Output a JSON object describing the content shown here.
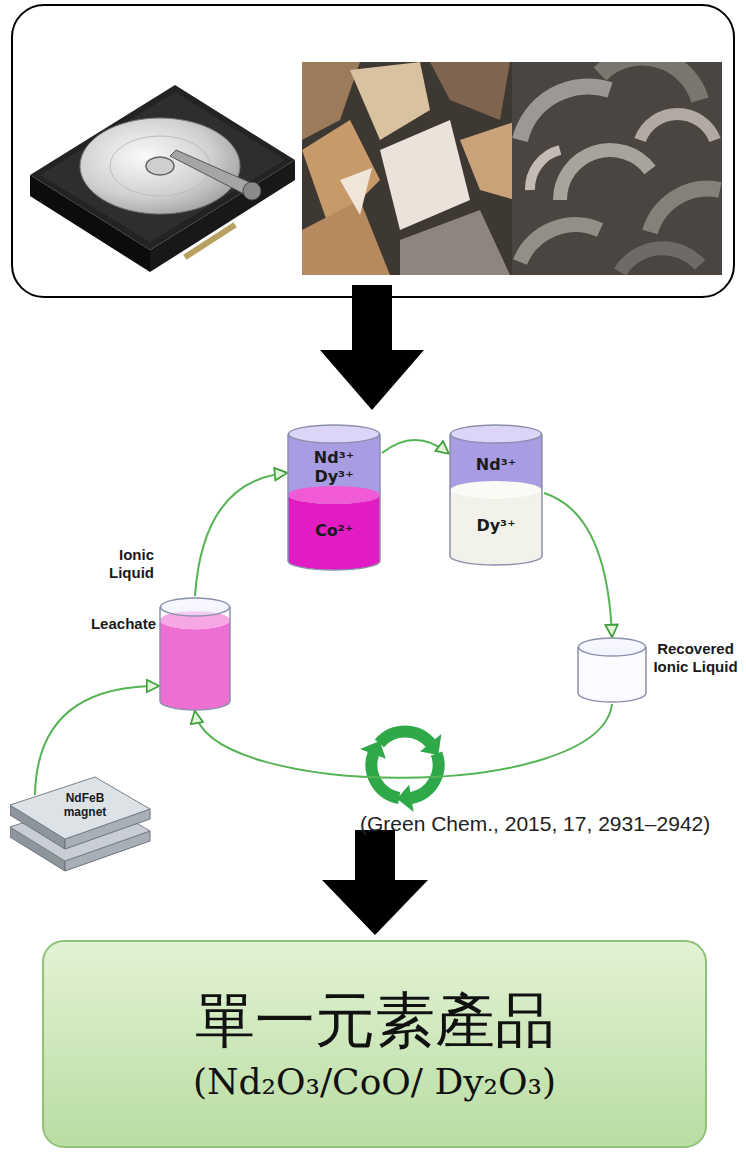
{
  "diagram": {
    "nodes": [
      {
        "text": [
          "Nd³⁺ Dy³⁺",
          "Co²⁺"
        ]
      },
      {
        "text": [
          "Nd³⁺",
          "Dy³⁺"
        ]
      },
      {
        "text": [
          "Ionic Liquid",
          "Leachate"
        ]
      },
      {
        "text": [
          "Recovered Ionic Liquid"
        ]
      },
      {
        "text": [
          "NdFeB magnet"
        ]
      },
      {
        "text": [
          "單一元素產品",
          "(Nd₂O₃/CoO/ Dy₂O₃)"
        ]
      }
    ],
    "edges": [
      {
        "from": 4,
        "to": 2,
        "arrow": "to"
      },
      {
        "from": 2,
        "to": 0,
        "arrow": "to"
      },
      {
        "from": 0,
        "to": 1,
        "arrow": "to"
      },
      {
        "from": 1,
        "to": 3,
        "arrow": "to"
      },
      {
        "from": 3,
        "to": 2,
        "arrow": "to"
      }
    ],
    "labels": [
      "(Green Chem., 2015, 17, 2931–2942)"
    ]
  }
}
